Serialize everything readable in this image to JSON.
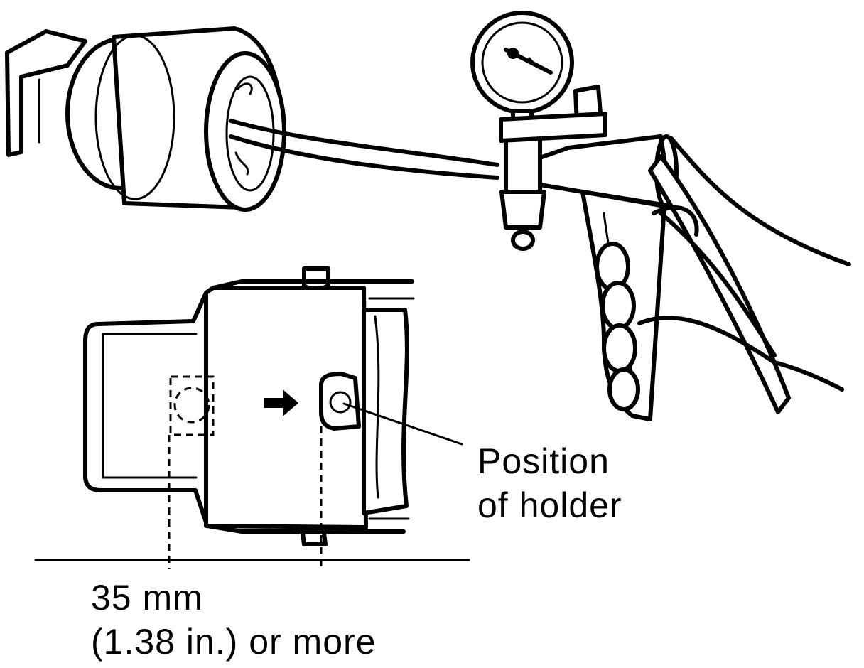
{
  "labels": {
    "holder_position": [
      "Position",
      "of holder"
    ],
    "dimension": [
      "35 mm",
      "(1.38 in.) or more"
    ]
  }
}
